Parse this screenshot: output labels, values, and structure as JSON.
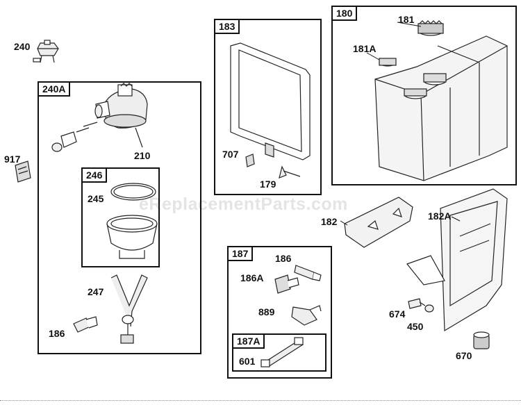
{
  "diagram": {
    "watermark": "eReplacementParts.com",
    "boxes": {
      "b240A": "240A",
      "b246": "246",
      "b183": "183",
      "b180": "180",
      "b187": "187",
      "b187A": "187A"
    },
    "parts": {
      "p240": "240",
      "p917": "917",
      "p210": "210",
      "p245": "245",
      "p247": "247",
      "p186a": "186",
      "p707": "707",
      "p179": "179",
      "p181": "181",
      "p181A": "181A",
      "p182": "182",
      "p182A": "182A",
      "p186b": "186",
      "p186A": "186A",
      "p889": "889",
      "p601": "601",
      "p674": "674",
      "p450": "450",
      "p670": "670"
    }
  }
}
